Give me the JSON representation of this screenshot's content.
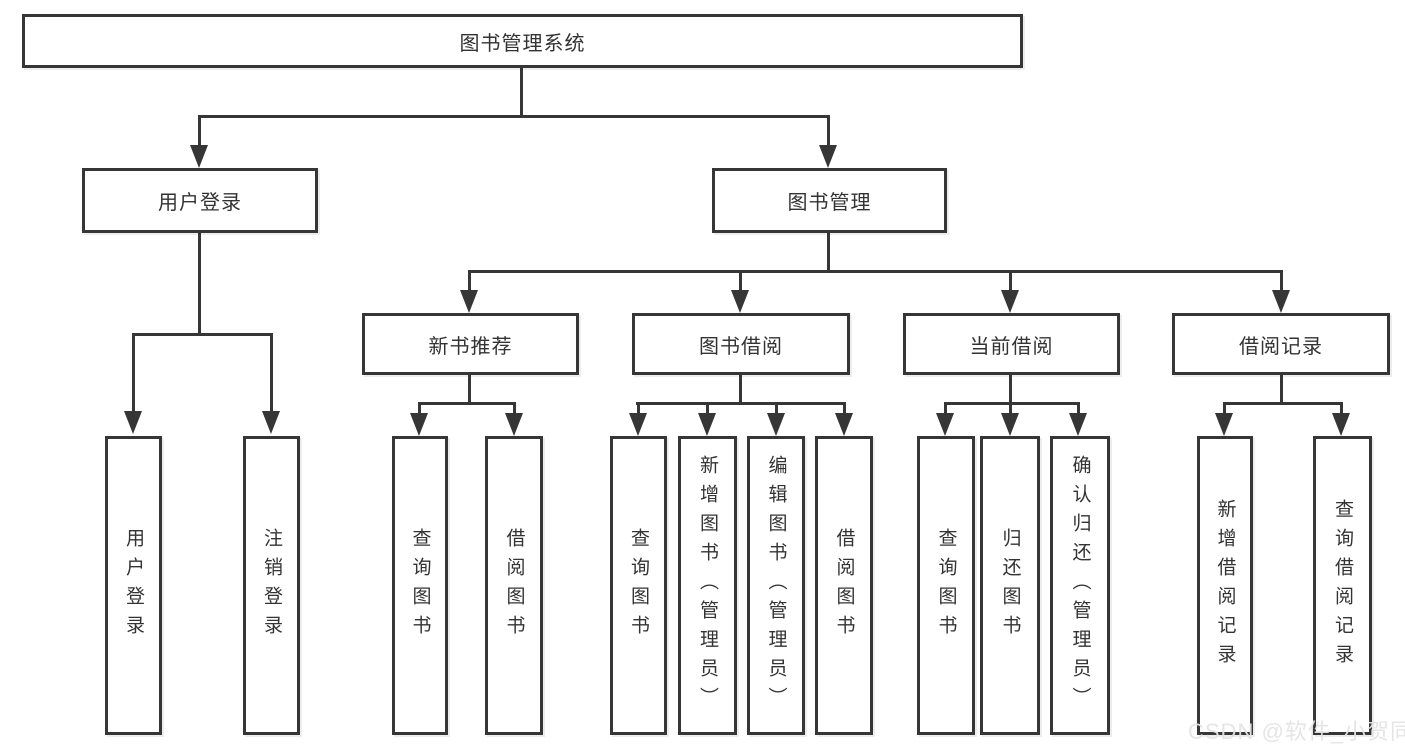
{
  "diagram": {
    "root": {
      "label": "图书管理系统"
    },
    "level1": [
      {
        "label": "用户登录"
      },
      {
        "label": "图书管理"
      }
    ],
    "level2": [
      {
        "label": "新书推荐"
      },
      {
        "label": "图书借阅"
      },
      {
        "label": "当前借阅"
      },
      {
        "label": "借阅记录"
      }
    ],
    "leaves": [
      {
        "label": "用户登录"
      },
      {
        "label": "注销登录"
      },
      {
        "label": "查询图书"
      },
      {
        "label": "借阅图书"
      },
      {
        "label": "查询图书"
      },
      {
        "label": "新增图书（管理员）"
      },
      {
        "label": "编辑图书（管理员）"
      },
      {
        "label": "借阅图书"
      },
      {
        "label": "查询图书"
      },
      {
        "label": "归还图书"
      },
      {
        "label": "确认归还（管理员）"
      },
      {
        "label": "新增借阅记录"
      },
      {
        "label": "查询借阅记录"
      }
    ]
  },
  "watermark": {
    "text": "CSDN @软件_小贺同学"
  },
  "colors": {
    "line": "#363636",
    "text": "#333333",
    "background": "#ffffff",
    "watermark": "#e4e4e4"
  }
}
